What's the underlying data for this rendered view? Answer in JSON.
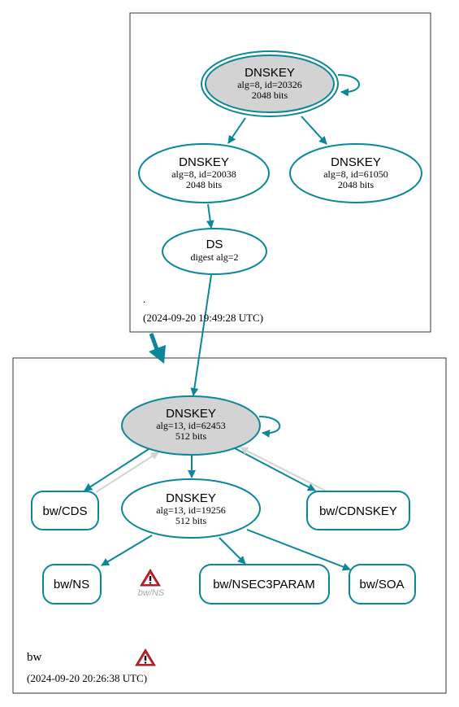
{
  "root_zone": {
    "name": ".",
    "timestamp": "(2024-09-20 19:49:28 UTC)",
    "ksk": {
      "type": "DNSKEY",
      "detail": "alg=8, id=20326",
      "bits": "2048 bits"
    },
    "zsk1": {
      "type": "DNSKEY",
      "detail": "alg=8, id=20038",
      "bits": "2048 bits"
    },
    "zsk2": {
      "type": "DNSKEY",
      "detail": "alg=8, id=61050",
      "bits": "2048 bits"
    },
    "ds": {
      "type": "DS",
      "detail": "digest alg=2"
    }
  },
  "bw_zone": {
    "name": "bw",
    "timestamp": "(2024-09-20 20:26:38 UTC)",
    "ksk": {
      "type": "DNSKEY",
      "detail": "alg=13, id=62453",
      "bits": "512 bits"
    },
    "zsk": {
      "type": "DNSKEY",
      "detail": "alg=13, id=19256",
      "bits": "512 bits"
    },
    "records": {
      "cds": "bw/CDS",
      "cdnskey": "bw/CDNSKEY",
      "ns": "bw/NS",
      "nsec3param": "bw/NSEC3PARAM",
      "soa": "bw/SOA"
    },
    "ns_warning_label": "bw/NS"
  },
  "colors": {
    "edge": "#0a879a",
    "secure_entry_fill": "#d3d3d3",
    "inactive_edge": "#d3d3d3",
    "warning": "#c0262c"
  }
}
